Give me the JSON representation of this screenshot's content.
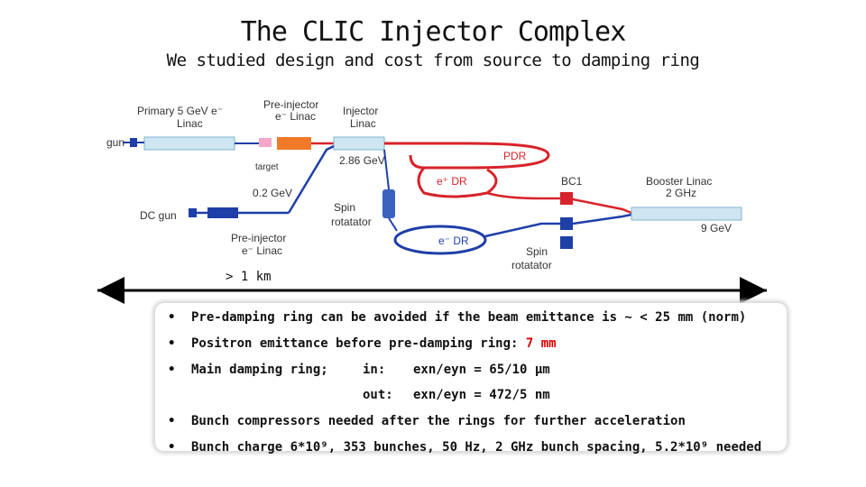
{
  "slide": {
    "title": "The CLIC Injector Complex",
    "subtitle": "We studied design and cost from source to damping ring"
  },
  "diagram": {
    "labels": {
      "primary_linac": [
        "Primary 5 GeV e⁻",
        "Linac"
      ],
      "pre_injector_top": [
        "Pre-injector",
        "e⁻ Linac"
      ],
      "injector_linac": [
        "Injector",
        "Linac"
      ],
      "gun": "gun",
      "target": "target",
      "energy_286": "2.86 GeV",
      "energy_02": "0.2 GeV",
      "pdr": "PDR",
      "eplus_dr": "e⁺ DR",
      "eminus_dr": "e⁻ DR",
      "bc1": "BC1",
      "booster_linac": [
        "Booster Linac",
        "2 GHz"
      ],
      "energy_9": "9 GeV",
      "dc_gun": "DC gun",
      "spin_rotator_left": [
        "Spin",
        "rotatator"
      ],
      "spin_rotator_right": [
        "Spin",
        "rotatator"
      ],
      "pre_injector_bottom": [
        "Pre-injector",
        "e⁻ Linac"
      ],
      "length": "> 1 km"
    },
    "colors": {
      "positron_line": "#d8232a",
      "electron_line": "#1f3fa8",
      "linac_fill": "#cfe6f2",
      "linac_stroke": "#7fb3cf"
    }
  },
  "bullets": {
    "b1": "Pre-damping ring can be avoided if the beam emittance is ~ < 25 mm (norm)",
    "b2_text": "Positron emittance before pre-damping ring: ",
    "b2_value": "7 mm",
    "b3_label": "Main damping ring;",
    "b3_in": "in:",
    "b3_in_value": "exn/eyn = 65/10 μm",
    "b3_out": "out:",
    "b3_out_value": "exn/eyn = 472/5 nm",
    "b4": "Bunch compressors needed after the rings for further acceleration",
    "b5": "Bunch charge 6*10⁹, 353 bunches, 50 Hz, 2 GHz bunch spacing, 5.2*10⁹ needed"
  }
}
